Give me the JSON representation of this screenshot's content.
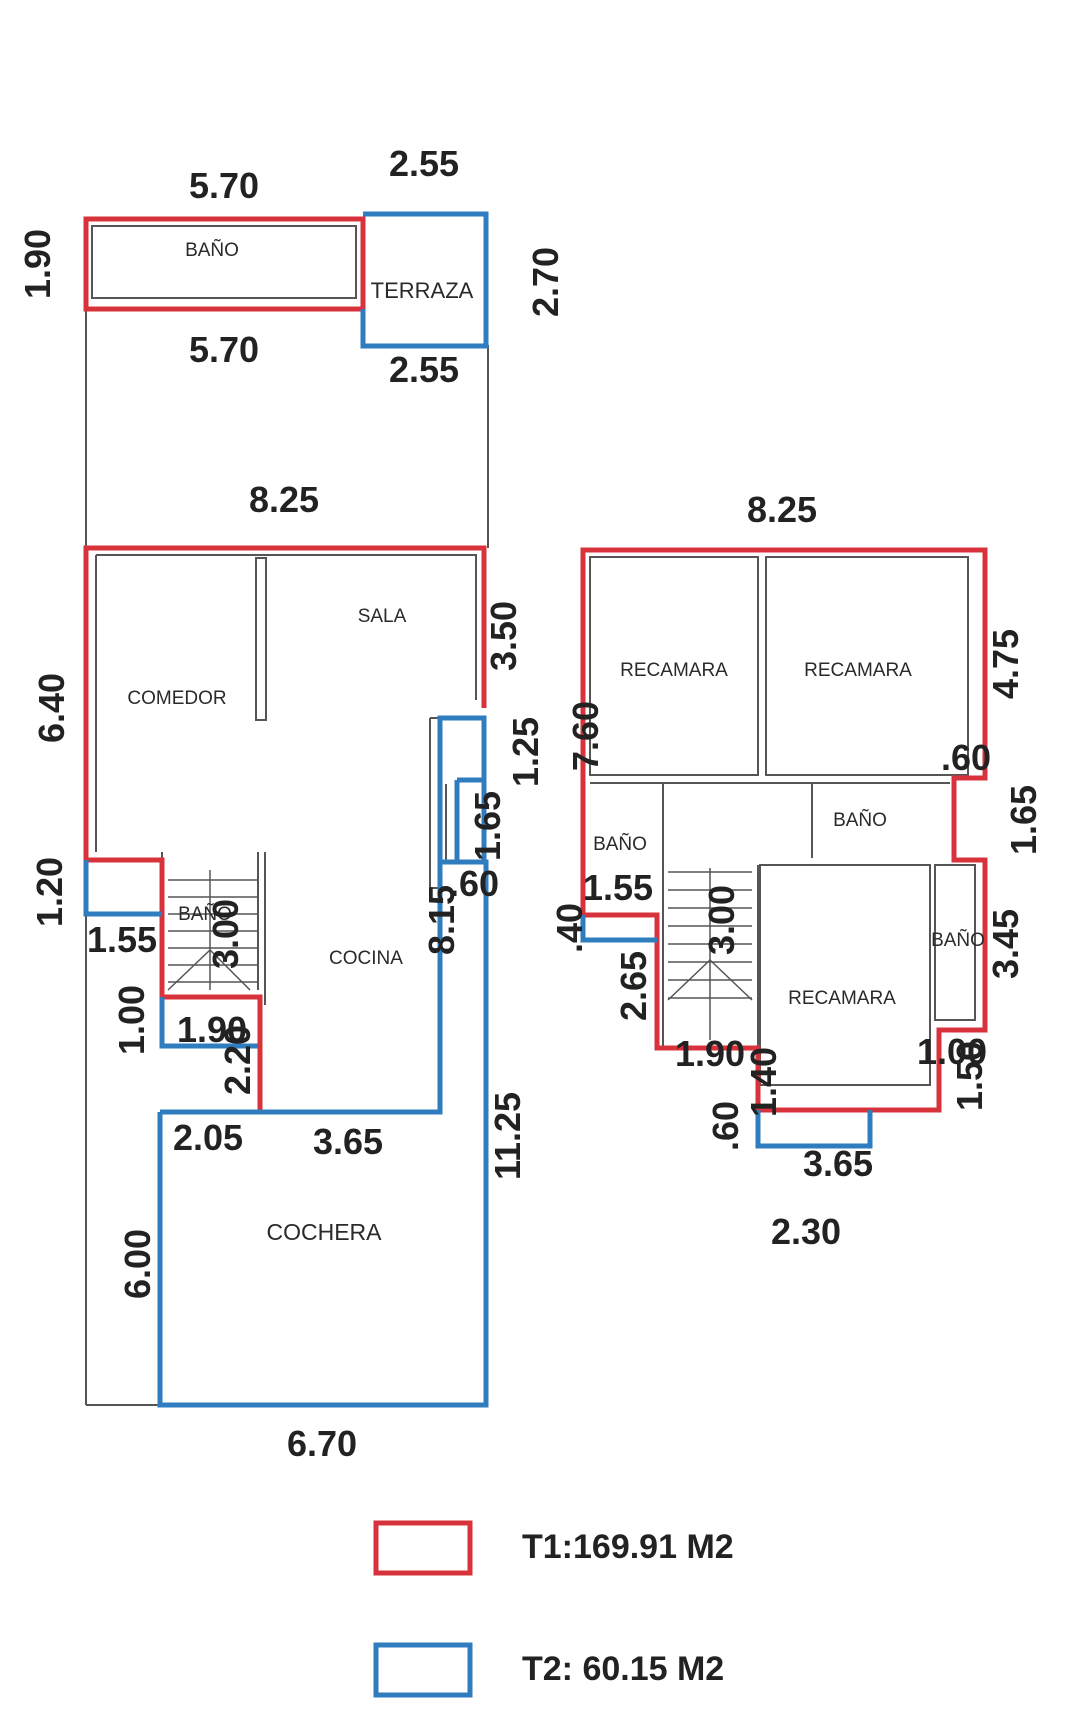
{
  "colors": {
    "t1": "#d8333c",
    "t2": "#2f7cbf",
    "wall": "#555555",
    "text": "#222222"
  },
  "rooms": {
    "bano_top": "BAÑO",
    "terraza": "TERRAZA",
    "sala": "SALA",
    "comedor": "COMEDOR",
    "bano_ground": "BAÑO",
    "cocina": "COCINA",
    "cochera": "COCHERA",
    "recamara_1": "RECAMARA",
    "recamara_2": "RECAMARA",
    "bano_upper_1": "BAÑO",
    "bano_upper_2": "BAÑO",
    "bano_upper_3": "BAÑO",
    "recamara_3": "RECAMARA"
  },
  "dims": {
    "d_570_top": "5.70",
    "d_255_top": "2.55",
    "d_190_side": "1.90",
    "d_270_side": "2.70",
    "d_570_mid": "5.70",
    "d_255_mid": "2.55",
    "d_825_ground": "8.25",
    "d_640": "6.40",
    "d_350": "3.50",
    "d_125": "1.25",
    "d_165_ground": "1.65",
    "d_060_ground": ".60",
    "d_815": "8.15",
    "d_120": "1.20",
    "d_155_ground": "1.55",
    "d_300_ground": "3.00",
    "d_100_ground": "1.00",
    "d_190_ground": "1.90",
    "d_220": "2.20",
    "d_205": "2.05",
    "d_365_ground": "3.65",
    "d_1125": "11.25",
    "d_600": "6.00",
    "d_670": "6.70",
    "d_825_upper": "8.25",
    "d_475": "4.75",
    "d_760": "7.60",
    "d_060_upper": ".60",
    "d_165_upper": "1.65",
    "d_155_upper": "1.55",
    "d_040": ".40",
    "d_300_upper": "3.00",
    "d_345": "3.45",
    "d_265": "2.65",
    "d_190_upper": "1.90",
    "d_100_upper": "1.00",
    "d_150": "1.50",
    "d_140": "1.40",
    "d_060_bottom": ".60",
    "d_365_upper": "3.65",
    "d_230": "2.30"
  },
  "legend": {
    "t1": "T1:169.91 M2",
    "t2": "T2: 60.15 M2"
  }
}
